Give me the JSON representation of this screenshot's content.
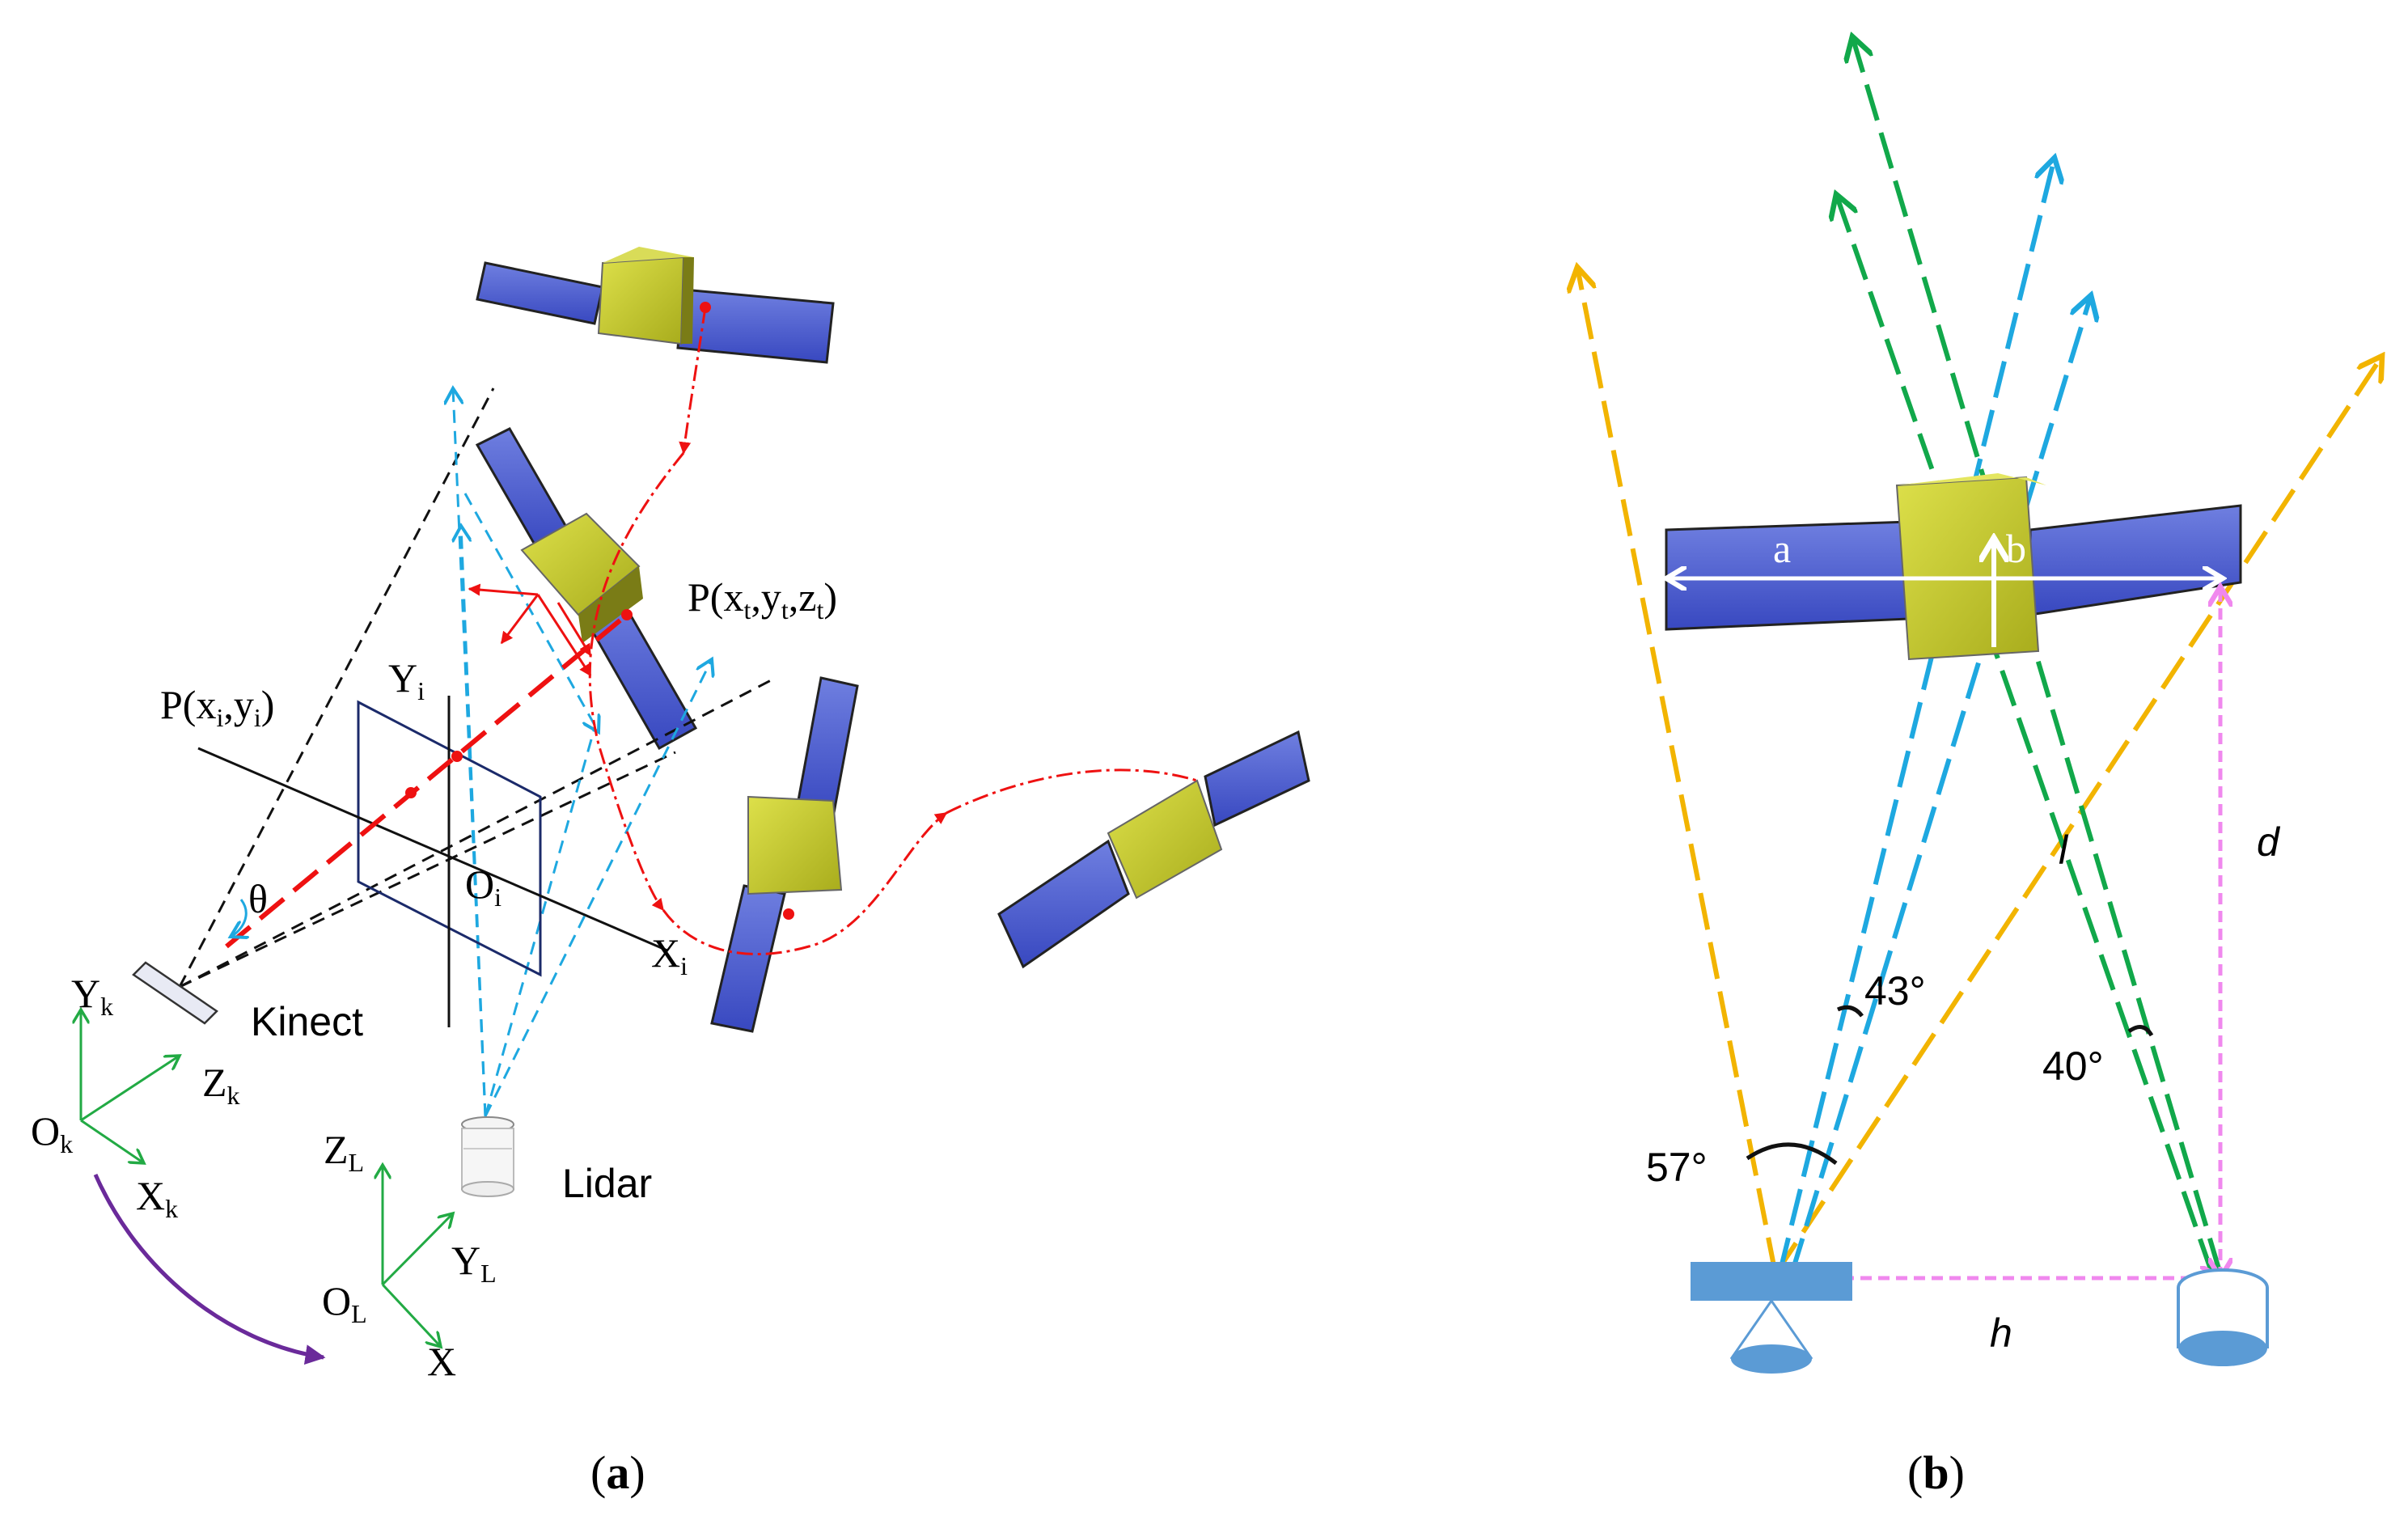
{
  "colors": {
    "panel_blue": "#4455cc",
    "panel_blue_light": "#6f7fe0",
    "body_yellow": "#c8cc2a",
    "body_yellow_dark": "#9ea21a",
    "red_path": "#ee1111",
    "cyan_fov": "#1ea8e0",
    "black_fov": "#111111",
    "green_axes": "#22aa44",
    "purple_arrow": "#6a2a9a",
    "orange_fov": "#f2b400",
    "green_fov": "#11a84a",
    "magenta_measure": "#f088ee",
    "device_blue": "#5b9bd5",
    "image_plane": "#1b2a6a"
  },
  "panel_a": {
    "caption": {
      "open": "(",
      "letter": "a",
      "close": ")"
    },
    "point_3d": {
      "base": "P(x",
      "sub1": "t",
      "mid1": ",y",
      "sub2": "t",
      "mid2": ",z",
      "sub3": "t",
      "end": ")"
    },
    "point_2d": {
      "base": "P(x",
      "sub1": "i",
      "mid1": ",y",
      "sub2": "i",
      "end": ")"
    },
    "image_axes": {
      "y": {
        "main": "Y",
        "sub": "i"
      },
      "origin": {
        "main": "O",
        "sub": "i"
      },
      "x": {
        "main": "X",
        "sub": "i"
      }
    },
    "theta": "θ",
    "kinect_label": "Kinect",
    "lidar_label": "Lidar",
    "kinect_axes": {
      "y": {
        "main": "Y",
        "sub": "k"
      },
      "z": {
        "main": "Z",
        "sub": "k"
      },
      "origin": {
        "main": "O",
        "sub": "k"
      },
      "x": {
        "main": "X",
        "sub": "k"
      }
    },
    "lidar_axes": {
      "z": {
        "main": "Z",
        "sub": "L"
      },
      "y": {
        "main": "Y",
        "sub": "L"
      },
      "origin": {
        "main": "O",
        "sub": "L"
      },
      "x": {
        "main": "X",
        "sub": ""
      }
    }
  },
  "panel_b": {
    "caption": {
      "open": "(",
      "letter": "b",
      "close": ")"
    },
    "dim_a": "a",
    "dim_b": "b",
    "dim_l": "l",
    "dim_d": "d",
    "dim_h": "h",
    "angle_kinect_v": "43°",
    "angle_lidar": "40°",
    "angle_kinect_h": "57°"
  }
}
